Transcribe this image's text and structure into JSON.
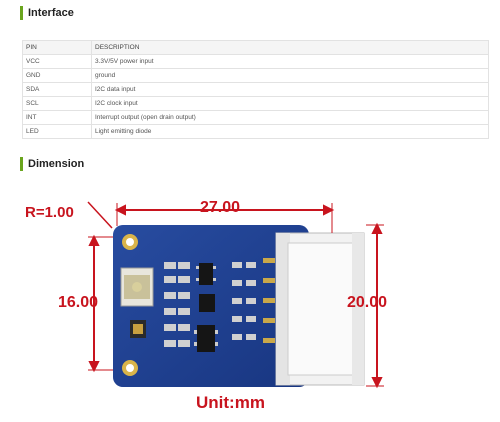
{
  "interface": {
    "title": "Interface",
    "table": {
      "headers": [
        "PIN",
        "DESCRIPTION"
      ],
      "rows": [
        [
          "VCC",
          "3.3V/5V power input"
        ],
        [
          "GND",
          "ground"
        ],
        [
          "SDA",
          "I2C data input"
        ],
        [
          "SCL",
          "I2C clock input"
        ],
        [
          "INT",
          "Interrupt output (open drain output)"
        ],
        [
          "LED",
          "Light emitting diode"
        ]
      ]
    }
  },
  "dimension": {
    "title": "Dimension",
    "radius": "R=1.00",
    "width": "27.00",
    "height_left": "16.00",
    "height_right": "20.00",
    "unit": "Unit:mm"
  },
  "colors": {
    "accent_bar": "#6aa51e",
    "dimension_red": "#c8141e",
    "pcb_blue": "#1e3f8f",
    "connector_white": "#f2f2f2"
  }
}
